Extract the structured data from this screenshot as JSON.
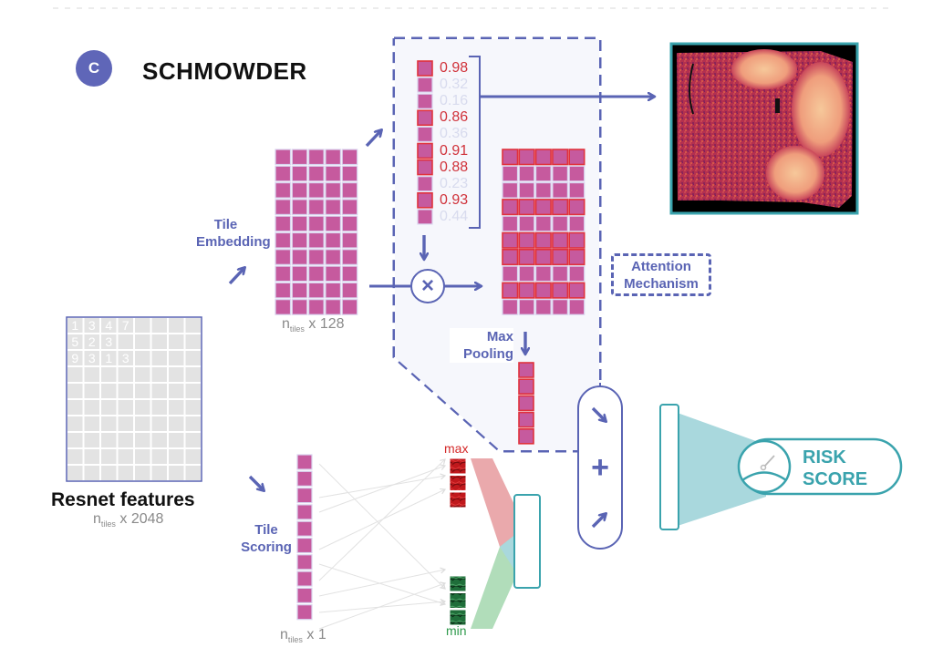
{
  "header": {
    "badge_letter": "C",
    "title": "SCHMOWDER"
  },
  "colors": {
    "accent": "#5a64b4",
    "tile_fill": "#c65a9e",
    "tile_gap": "#d9d4ef",
    "highlight_red": "#e0323c",
    "teal": "#3aa3ad",
    "teal_fill": "#a9d8dd",
    "max_red": "#d42a2a",
    "min_green": "#2f9a4c",
    "panel_bg": "#f6f7fc",
    "resnet_cell": "#e3e3e3"
  },
  "labels": {
    "tile_embedding": [
      "Tile",
      "Embedding"
    ],
    "tile_scoring": [
      "Tile",
      "Scoring"
    ],
    "max_pooling": [
      "Max",
      "Pooling"
    ],
    "attention_mechanism": [
      "Attention",
      "Mechanism"
    ],
    "resnet_features": "Resnet features",
    "risk_score": [
      "RISK",
      "SCORE"
    ],
    "max": "max",
    "min": "min",
    "multiply_symbol": "×",
    "plus_symbol": "+"
  },
  "dims": {
    "embedding": {
      "n": "n",
      "sub": "tiles",
      "rest": " x 128"
    },
    "resnet": {
      "n": "n",
      "sub": "tiles",
      "rest": " x 2048"
    },
    "scoring": {
      "n": "n",
      "sub": "tiles",
      "rest": " x 1"
    }
  },
  "resnet_grid": {
    "cols": 8,
    "rows": 10,
    "values": [
      [
        "1",
        "3",
        "4",
        "7"
      ],
      [
        "5",
        "2",
        "3"
      ],
      [
        "9",
        "3",
        "1",
        "3"
      ]
    ]
  },
  "embedding_matrix": {
    "cols": 5,
    "rows": 10
  },
  "attention_scores": [
    {
      "value": "0.98",
      "selected": true
    },
    {
      "value": "0.32",
      "selected": false
    },
    {
      "value": "0.16",
      "selected": false
    },
    {
      "value": "0.86",
      "selected": true
    },
    {
      "value": "0.36",
      "selected": false
    },
    {
      "value": "0.91",
      "selected": true
    },
    {
      "value": "0.88",
      "selected": true
    },
    {
      "value": "0.23",
      "selected": false
    },
    {
      "value": "0.93",
      "selected": true
    },
    {
      "value": "0.44",
      "selected": false
    }
  ],
  "pooled_vector_length": 5,
  "scoring_column_length": 10,
  "max_tiles": 3,
  "min_tiles": 3,
  "minmax_vector_length": 5,
  "final_vector": {
    "length": 10,
    "highlighted": [
      0,
      1,
      4,
      5,
      9
    ]
  },
  "gauge_tick_colors": [
    "#3fa848",
    "#8cc63f",
    "#d8d43a",
    "#f0b52a",
    "#f08a2a",
    "#ea5a2a",
    "#e0323c",
    "#d42a2a"
  ]
}
